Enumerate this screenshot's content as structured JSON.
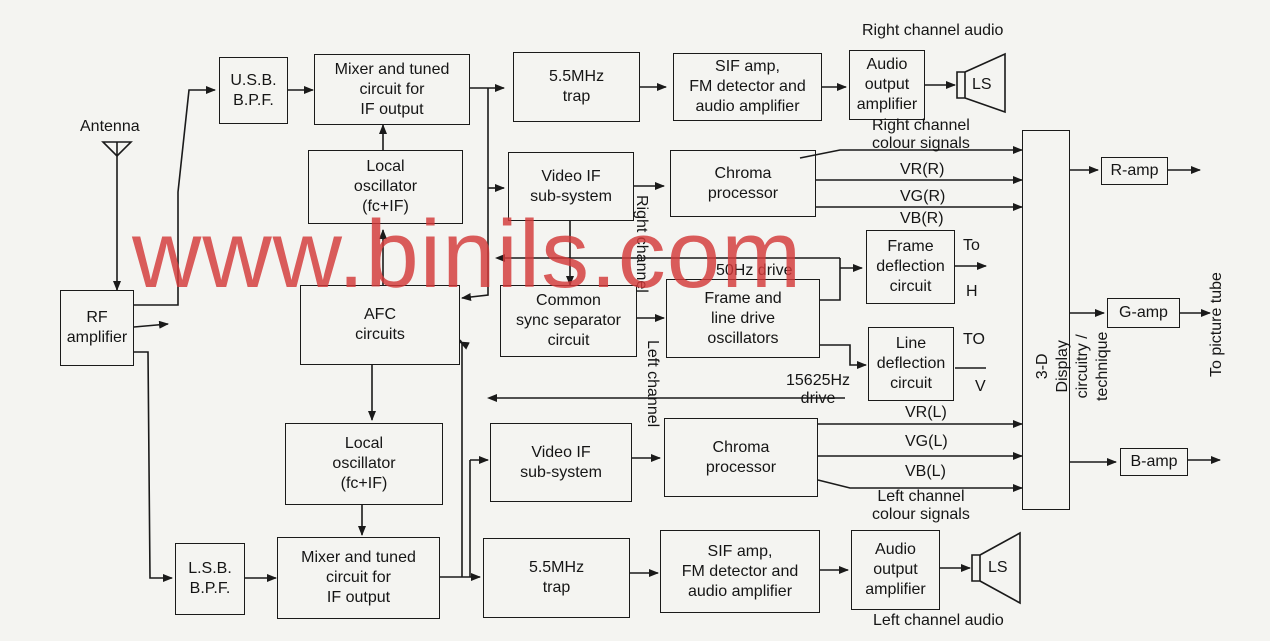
{
  "watermark": "www.binils.com",
  "blocks": {
    "usb_bpf": "U.S.B.\nB.P.F.",
    "lsb_bpf": "L.S.B.\nB.P.F.",
    "rf_amplifier": "RF\namplifier",
    "mixer_top": "Mixer and tuned\ncircuit for\nIF output",
    "mixer_bottom": "Mixer and tuned\ncircuit for\nIF output",
    "local_osc_top": "Local\noscillator\n(fc+IF)",
    "local_osc_bottom": "Local\noscillator\n(fc+IF)",
    "afc": "AFC\ncircuits",
    "trap_top": "5.5MHz\ntrap",
    "trap_bottom": "5.5MHz\ntrap",
    "video_if_top": "Video IF\nsub-system",
    "video_if_bottom": "Video IF\nsub-system",
    "sync_separator": "Common\nsync separator\ncircuit",
    "sif_top": "SIF amp,\nFM detector and\naudio amplifier",
    "sif_bottom": "SIF amp,\nFM detector and\naudio amplifier",
    "chroma_top": "Chroma\nprocessor",
    "chroma_bottom": "Chroma\nprocessor",
    "frame_line_osc": "Frame and\nline drive\noscillators",
    "audio_out_top": "Audio\noutput\namplifier",
    "audio_out_bottom": "Audio\noutput\namplifier",
    "frame_deflection": "Frame\ndeflection\ncircuit",
    "line_deflection": "Line\ndeflection\ncircuit",
    "display_3d": "3-D Display\ncircuitry / technique",
    "r_amp": "R-amp",
    "g_amp": "G-amp",
    "b_amp": "B-amp",
    "ls_top": "LS",
    "ls_bottom": "LS"
  },
  "labels": {
    "antenna": "Antenna",
    "right_channel_audio": "Right channel audio",
    "left_channel_audio": "Left channel audio",
    "right_channel_colour": "Right channel\ncolour signals",
    "left_channel_colour": "Left channel\ncolour signals",
    "vr_r": "VR(R)",
    "vg_r": "VG(R)",
    "vb_r": "VB(R)",
    "vr_l": "VR(L)",
    "vg_l": "VG(L)",
    "vb_l": "VB(L)",
    "drive_50hz": "50Hz drive",
    "drive_15625hz": "15625Hz\ndrive",
    "to_h_top": "To",
    "to_h_bottom": "H",
    "to_v_top": "TO",
    "to_v_bottom": "V",
    "right_channel_vertical": "Right channel",
    "left_channel_vertical": "Left channel",
    "to_picture_tube": "To picture tube"
  }
}
